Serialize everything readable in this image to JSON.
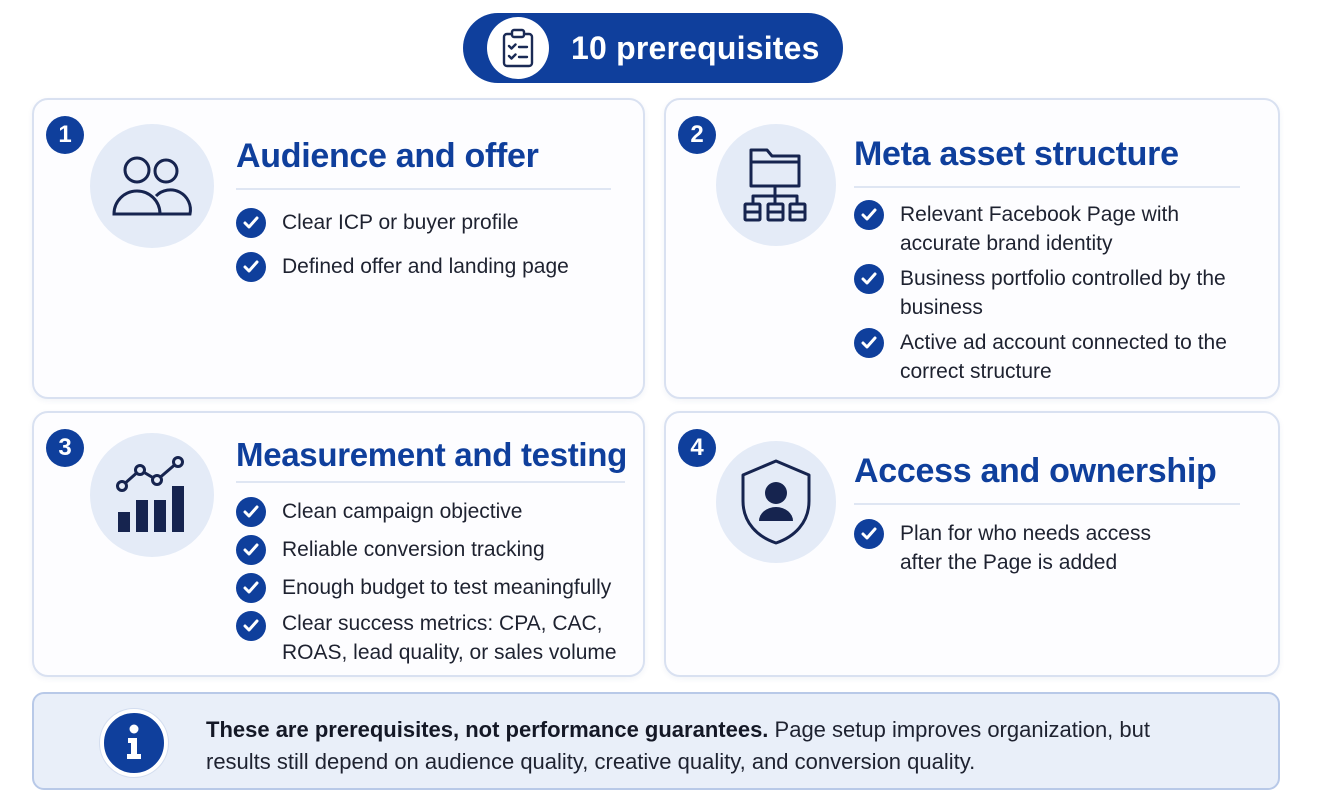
{
  "header": {
    "title": "10 prerequisites",
    "icon": "clipboard-checklist-icon"
  },
  "colors": {
    "primary": "#0f3f9c",
    "icon_bg": "#e4ebf7",
    "card_border": "#d9e1f1",
    "note_bg": "#e9eff9",
    "text": "#1e2230"
  },
  "sections": [
    {
      "number": "1",
      "title": "Audience and offer",
      "icon": "people-icon",
      "items": [
        "Clear ICP or buyer profile",
        "Defined offer and landing page"
      ]
    },
    {
      "number": "2",
      "title": "Meta asset structure",
      "icon": "folder-hierarchy-icon",
      "items": [
        "Relevant Facebook Page with accurate brand identity",
        "Business portfolio controlled by the business",
        "Active ad account connected to the correct structure"
      ]
    },
    {
      "number": "3",
      "title": "Measurement and testing",
      "icon": "bar-chart-trend-icon",
      "items": [
        "Clean campaign objective",
        "Reliable conversion tracking",
        "Enough budget to test meaningfully",
        "Clear success metrics: CPA, CAC, ROAS, lead quality, or sales volume"
      ]
    },
    {
      "number": "4",
      "title": "Access and ownership",
      "icon": "shield-user-icon",
      "items": [
        "Plan for who needs access after the Page is added"
      ]
    }
  ],
  "note": {
    "icon": "info-icon",
    "bold": "These are prerequisites, not performance guarantees.",
    "text": " Page setup improves organization, but results still depend on audience quality, creative quality, and conversion quality."
  }
}
